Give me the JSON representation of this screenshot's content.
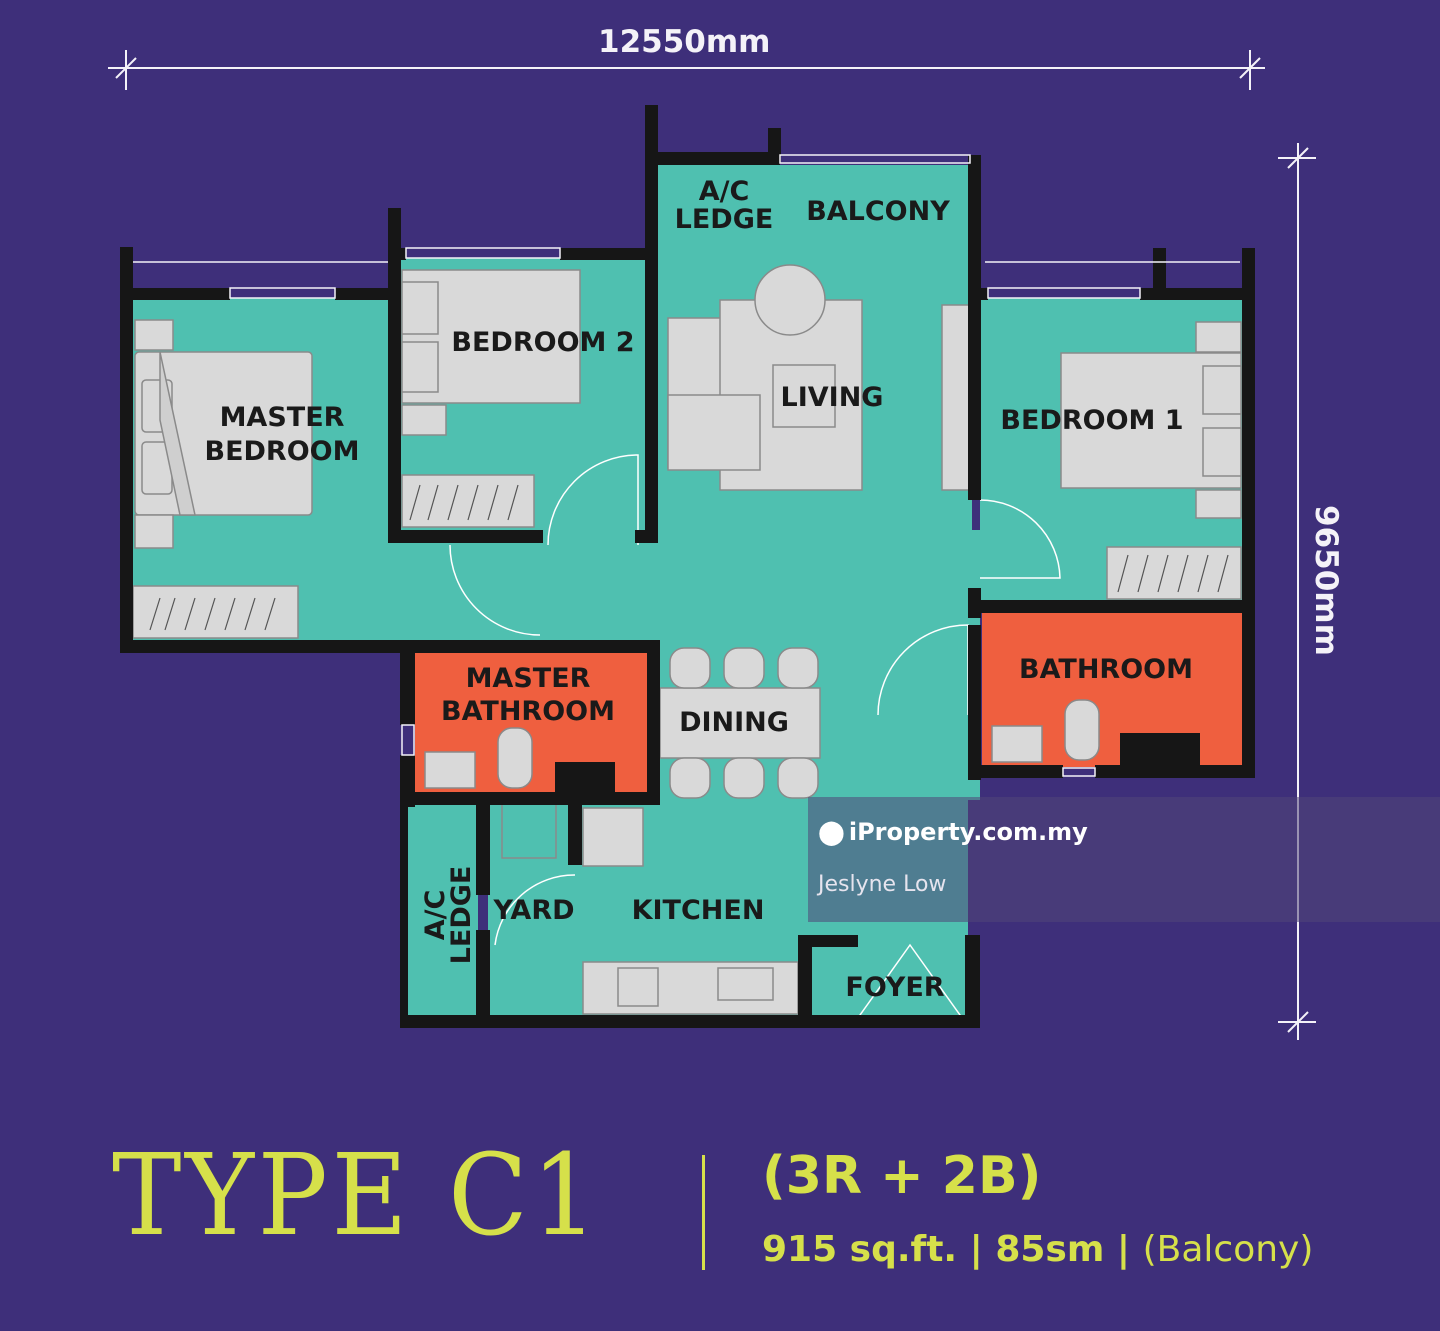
{
  "dimensions": {
    "width_label": "12550mm",
    "height_label": "9650mm"
  },
  "rooms": {
    "ac_ledge_top_1": "A/C",
    "ac_ledge_top_2": "LEDGE",
    "balcony": "BALCONY",
    "bedroom_2": "BEDROOM 2",
    "master_bedroom_1": "MASTER",
    "master_bedroom_2": "BEDROOM",
    "living": "LIVING",
    "bedroom_1": "BEDROOM 1",
    "master_bathroom_1": "MASTER",
    "master_bathroom_2": "BATHROOM",
    "dining": "DINING",
    "bathroom": "BATHROOM",
    "ac_ledge_side_1": "A/C",
    "ac_ledge_side_2": "LEDGE",
    "yard": "YARD",
    "kitchen": "KITCHEN",
    "foyer": "FOYER"
  },
  "title": {
    "type": "TYPE C1",
    "rooms": "(3R + 2B)",
    "sqft": "915 sq.ft.",
    "sep1": " | ",
    "sm": "85sm",
    "sep2": " | ",
    "balcony": "(Balcony)"
  },
  "watermark": {
    "brand": "iProperty.com.my",
    "agent": "Jeslyne Low"
  },
  "colors": {
    "background": "#3e2f7a",
    "room_fill": "#4fc0b0",
    "wet_fill": "#ef5f3f",
    "furniture": "#d9d9d9",
    "title": "#d6e04a"
  }
}
